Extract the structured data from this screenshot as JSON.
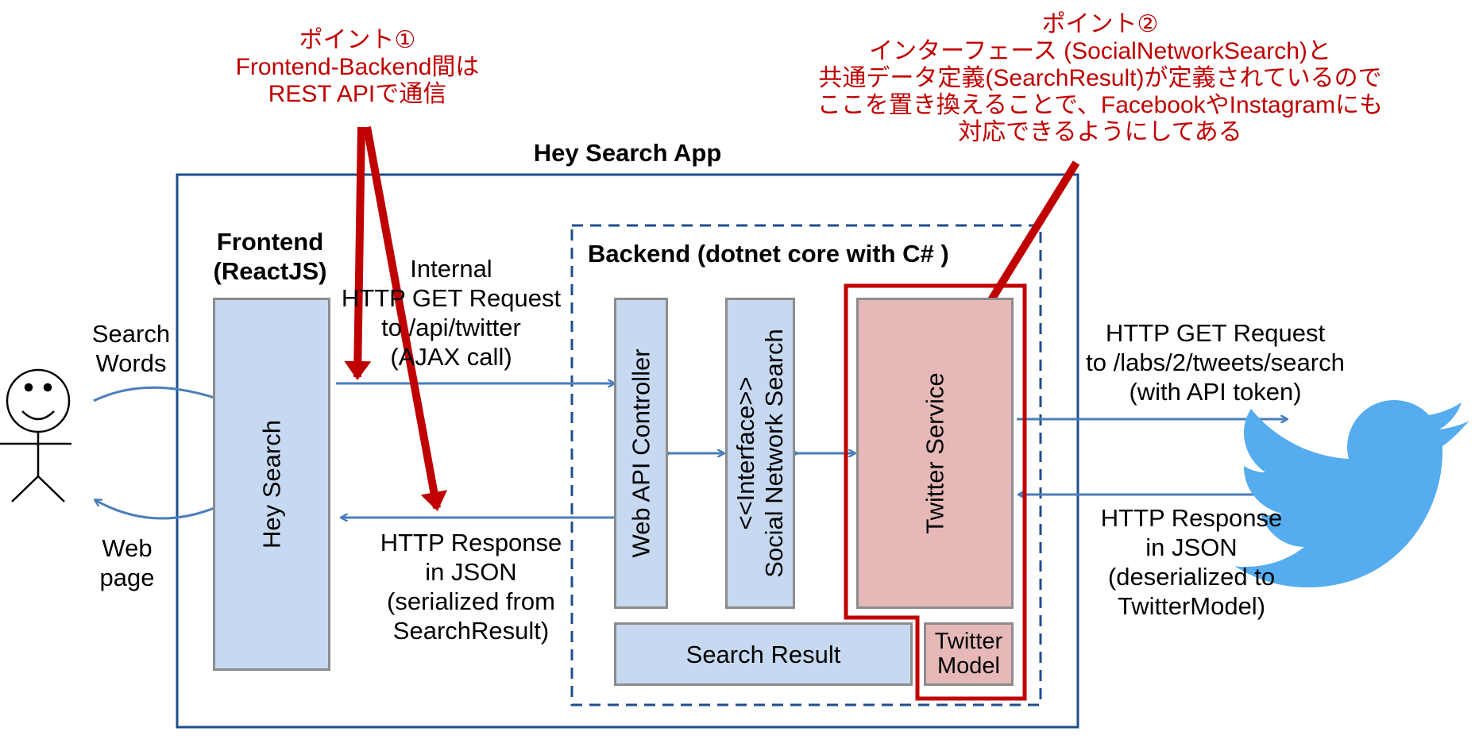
{
  "app": {
    "title": "Hey Search App"
  },
  "frontend": {
    "heading_line1": "Frontend",
    "heading_line2": "(ReactJS)",
    "box_label": "Hey Search"
  },
  "backend": {
    "heading": "Backend (dotnet core with C# )",
    "web_api_controller": "Web API Controller",
    "interface_line1": "<<Interface>>",
    "interface_line2": "Social Network Search",
    "twitter_service": "Twitter Service",
    "search_result": "Search Result",
    "twitter_model_line1": "Twitter",
    "twitter_model_line2": "Model"
  },
  "user": {
    "search_words_line1": "Search",
    "search_words_line2": "Words",
    "web_page_line1": "Web",
    "web_page_line2": "page"
  },
  "internal_request": {
    "line1": "Internal",
    "line2": "HTTP GET Request",
    "line3": "to /api/twitter",
    "line4": "(AJAX call)"
  },
  "internal_response": {
    "line1": "HTTP Response",
    "line2": "in JSON",
    "line3": "(serialized from",
    "line4": "SearchResult)"
  },
  "twitter_request": {
    "line1": "HTTP GET Request",
    "line2": "to /labs/2/tweets/search",
    "line3": "(with API token)"
  },
  "twitter_response": {
    "line1": "HTTP Response",
    "line2": "in JSON",
    "line3": "(deserialized to",
    "line4": "TwitterModel)"
  },
  "point1": {
    "line1": "ポイント①",
    "line2": "Frontend-Backend間は",
    "line3": "REST APIで通信"
  },
  "point2": {
    "line1": "ポイント②",
    "line2": "インターフェース (SocialNetworkSearch)と",
    "line3": "共通データ定義(SearchResult)が定義されているので",
    "line4": "ここを置き換えることで、FacebookやInstagramにも",
    "line5": "対応できるようにしてある"
  },
  "icons": {
    "person": "stick-figure-icon",
    "twitter": "twitter-bird-icon"
  },
  "colors": {
    "annotation_red": "#c00000",
    "box_blue": "#c6d9f1",
    "box_pink": "#e6b9b8",
    "frame_blue": "#1f4e8c",
    "arrow_blue": "#4a7ebb",
    "twitter_blue": "#55acee"
  }
}
